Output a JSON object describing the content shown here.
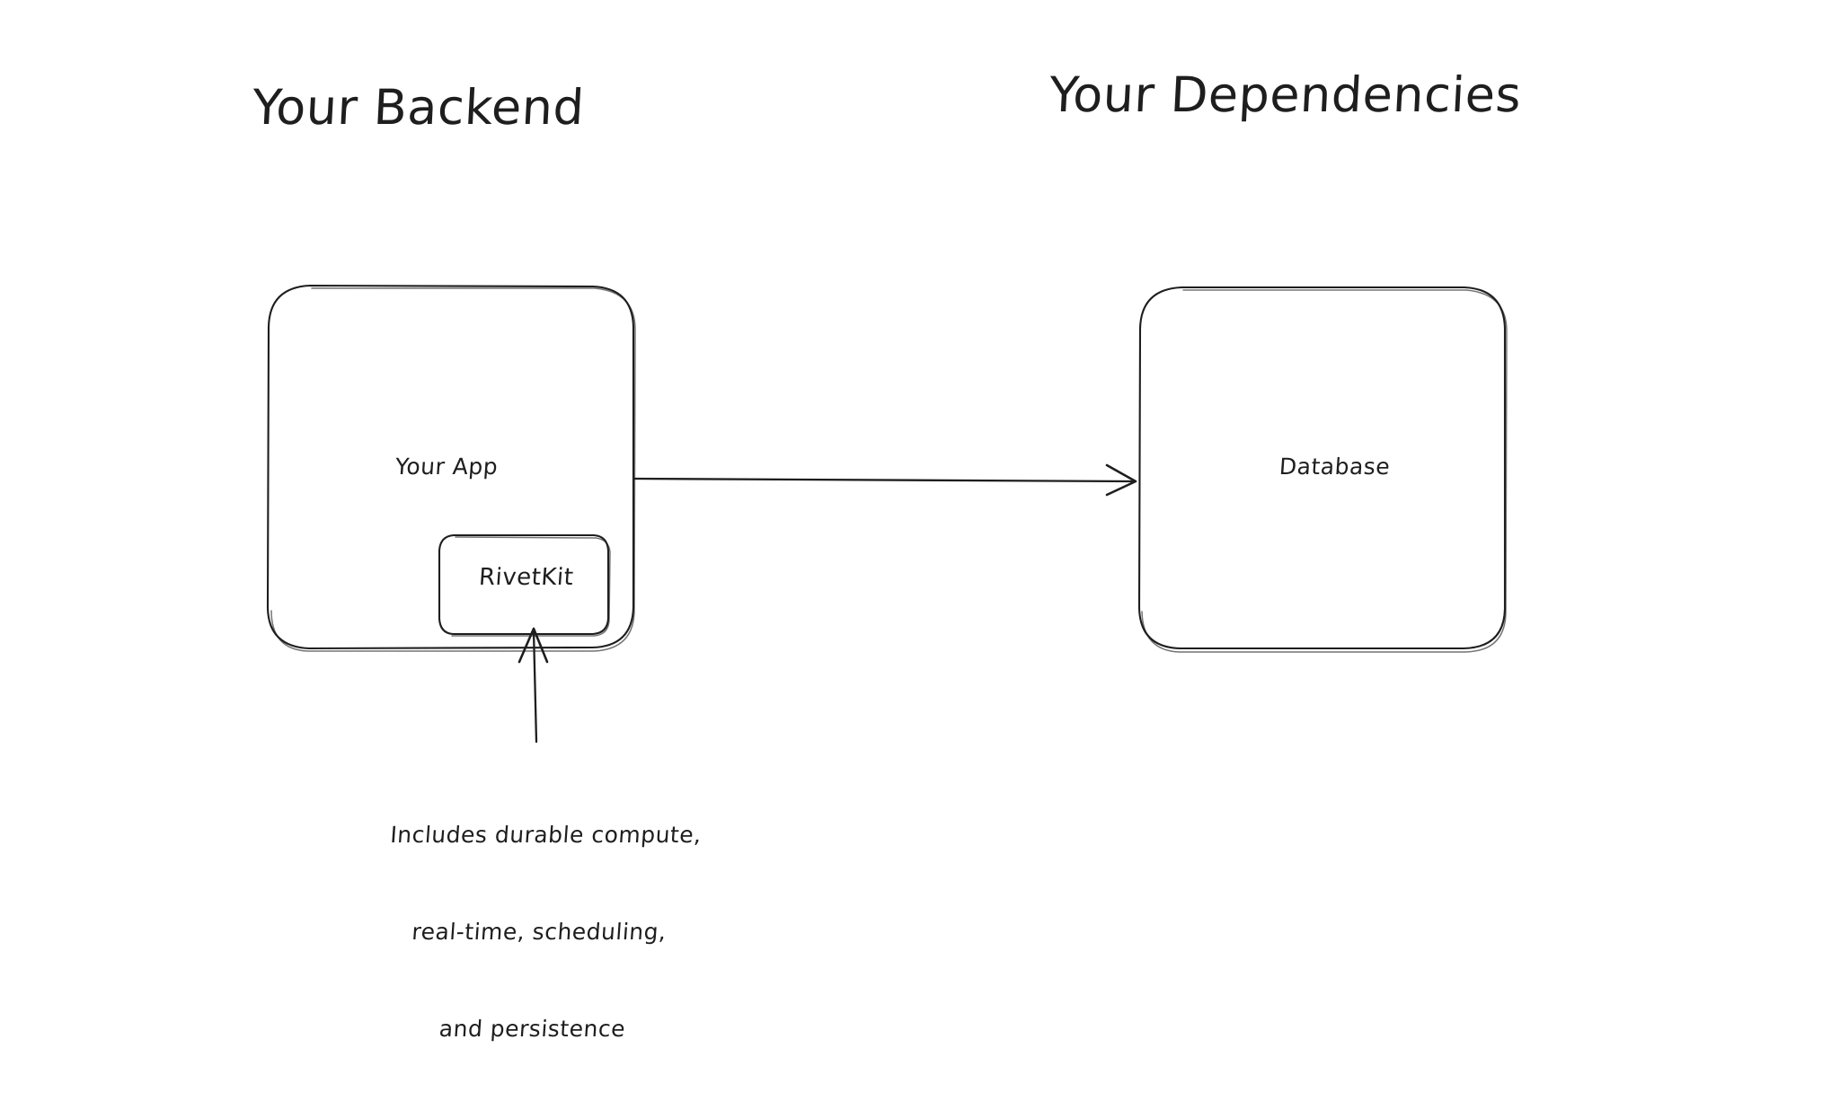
{
  "diagram": {
    "type": "architecture-diagram",
    "style": "hand-drawn",
    "background_color": "#ffffff",
    "stroke_color": "#1e1e1e",
    "groups": [
      {
        "id": "backend",
        "title": "Your Backend"
      },
      {
        "id": "dependencies",
        "title": "Your Dependencies"
      }
    ],
    "nodes": [
      {
        "id": "your-app",
        "label": "Your App",
        "group": "backend",
        "shape": "rounded-rect"
      },
      {
        "id": "rivetkit",
        "label": "RivetKit",
        "group": "backend",
        "parent": "your-app",
        "shape": "rounded-rect"
      },
      {
        "id": "database",
        "label": "Database",
        "group": "dependencies",
        "shape": "rounded-rect"
      }
    ],
    "edges": [
      {
        "id": "app-to-database",
        "from": "your-app",
        "to": "database",
        "direction": "right",
        "arrowhead": "open"
      },
      {
        "id": "note-to-rivetkit",
        "from": "note",
        "to": "rivetkit",
        "direction": "up",
        "arrowhead": "open"
      }
    ],
    "annotations": [
      {
        "id": "note",
        "target": "rivetkit",
        "lines": [
          "Includes durable compute,",
          "real-time, scheduling,",
          "and persistence"
        ]
      }
    ]
  }
}
